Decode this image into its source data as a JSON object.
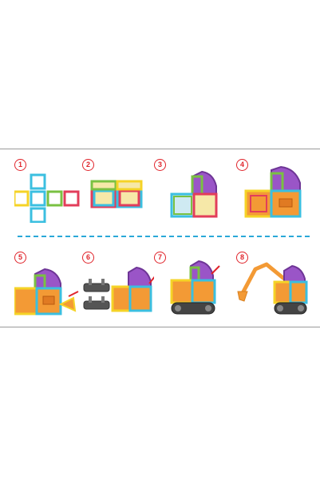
{
  "accent_color": "#e0242b",
  "divider_color": "#2aa8d8",
  "steps": [
    {
      "number": "1",
      "icon": "cross-of-magnetic-tiles-icon"
    },
    {
      "number": "2",
      "icon": "two-cubes-icon"
    },
    {
      "number": "3",
      "icon": "cab-frame-icon"
    },
    {
      "number": "4",
      "icon": "cab-with-roof-icon"
    },
    {
      "number": "5",
      "icon": "cab-with-triangle-piece-icon"
    },
    {
      "number": "6",
      "icon": "cab-with-track-bases-icon"
    },
    {
      "number": "7",
      "icon": "vehicle-on-tracks-icon"
    },
    {
      "number": "8",
      "icon": "excavator-with-arm-icon"
    }
  ]
}
